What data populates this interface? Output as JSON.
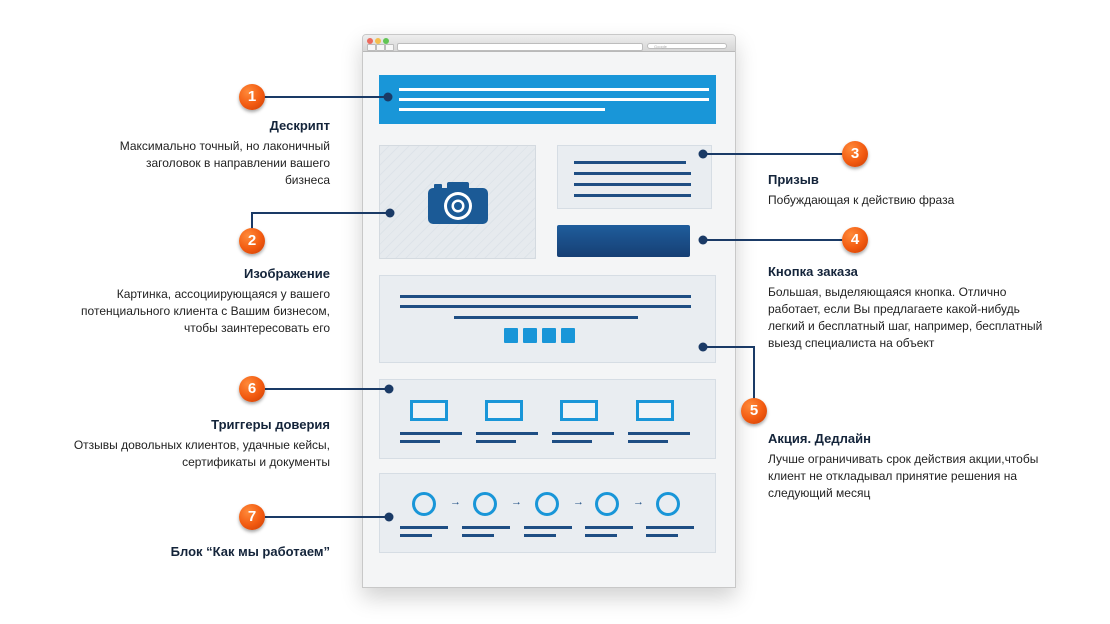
{
  "browser": {
    "search_placeholder": "Google"
  },
  "annotations": [
    {
      "number": "1",
      "title": "Дескрипт",
      "text": "Максимально точный, но лаконичный заголовок в направлении вашего бизнеса"
    },
    {
      "number": "2",
      "title": "Изображение",
      "text": "Картинка, ассоциирующаяся у вашего потенциального клиента с Вашим бизнесом, чтобы заинтересовать его"
    },
    {
      "number": "3",
      "title": "Призыв",
      "text": "Побуждающая к действию фраза"
    },
    {
      "number": "4",
      "title": "Кнопка заказа",
      "text": "Большая, выделяющаяся кнопка. Отлично работает, если Вы предлагаете какой-нибудь легкий и бесплатный шаг, например, бесплатный выезд специалиста на объект"
    },
    {
      "number": "5",
      "title": "Акция. Дедлайн",
      "text": "Лучше ограничивать срок действия акции,чтобы клиент не откладывал принятие решения на следующий месяц"
    },
    {
      "number": "6",
      "title": "Триггеры доверия",
      "text": "Отзывы довольных клиентов, удачные кейсы, сертификаты и документы"
    },
    {
      "number": "7",
      "title": "Блок “Как мы работаем”",
      "text": ""
    }
  ],
  "colors": {
    "accent": "#1996d8",
    "navy": "#1e4e84",
    "badge": "#f25a10",
    "connector": "#1a3a66"
  },
  "icons": {
    "camera": "camera-icon",
    "arrow": "arrow-right-icon"
  }
}
